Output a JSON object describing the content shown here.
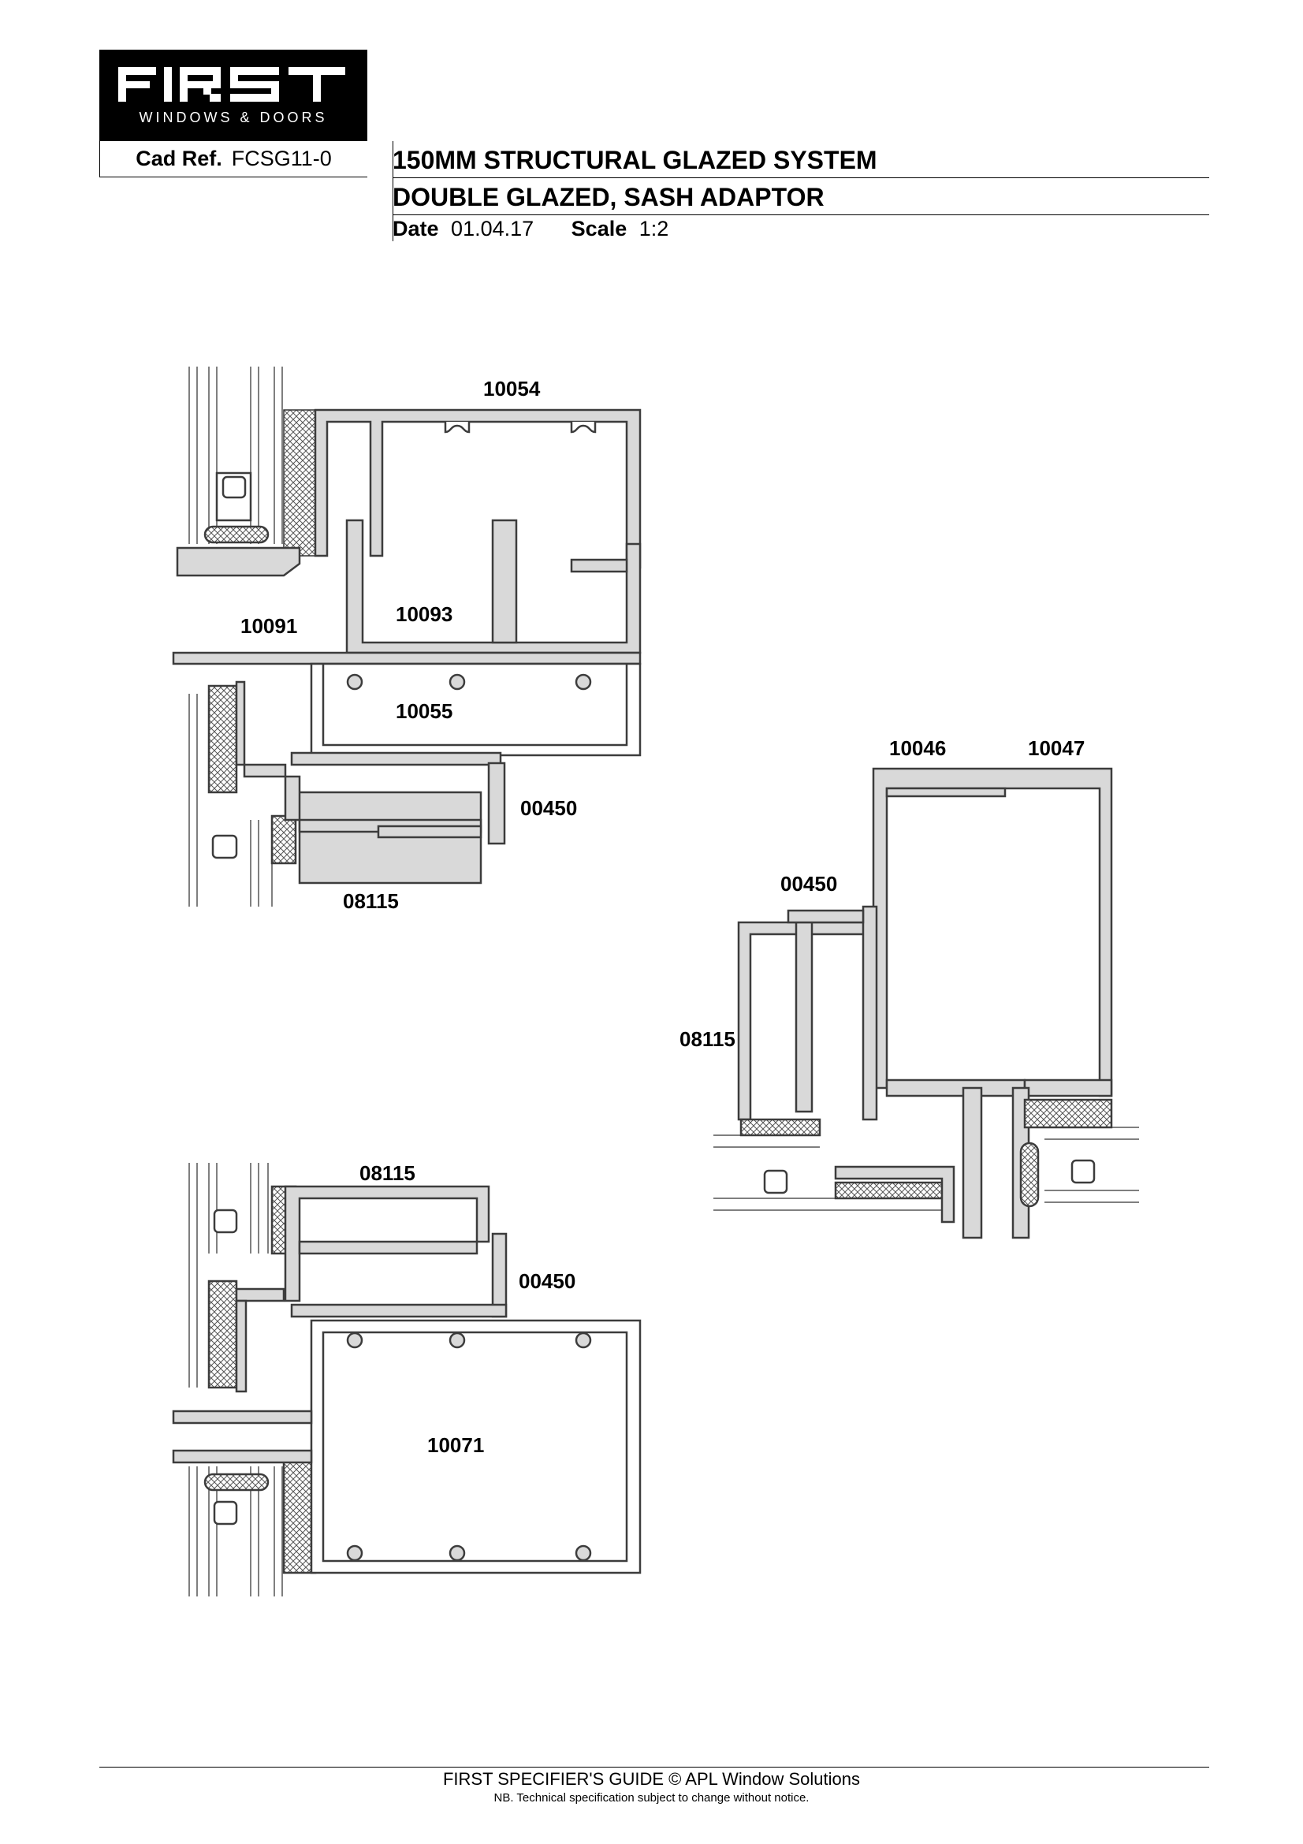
{
  "logo": {
    "word": "FIRST",
    "tagline": "WINDOWS & DOORS"
  },
  "header": {
    "cad_ref_label": "Cad Ref.",
    "cad_ref_value": "FCSG11-0",
    "title_bold": "150",
    "title_rest": "MM STRUCTURAL GLAZED SYSTEM",
    "subtitle": "DOUBLE GLAZED, SASH ADAPTOR",
    "date_label": "Date",
    "date_value": "01.04.17",
    "scale_label": "Scale",
    "scale_value": "1:2"
  },
  "labels": {
    "top_10054": "10054",
    "top_10091": "10091",
    "top_10093": "10093",
    "top_10055": "10055",
    "top_00450": "00450",
    "top_08115": "08115",
    "right_10046": "10046",
    "right_10047": "10047",
    "right_00450": "00450",
    "right_08115": "08115",
    "bottom_08115": "08115",
    "bottom_00450": "00450",
    "bottom_10071": "10071"
  },
  "footer": {
    "line1": "FIRST SPECIFIER'S GUIDE  © APL Window Solutions",
    "line2": "NB. Technical specification subject to change without notice."
  },
  "colors": {
    "profile_fill": "#d9d9d9",
    "stroke": "#3c3c3c",
    "logo_bg": "#000000",
    "logo_fg": "#ffffff"
  }
}
